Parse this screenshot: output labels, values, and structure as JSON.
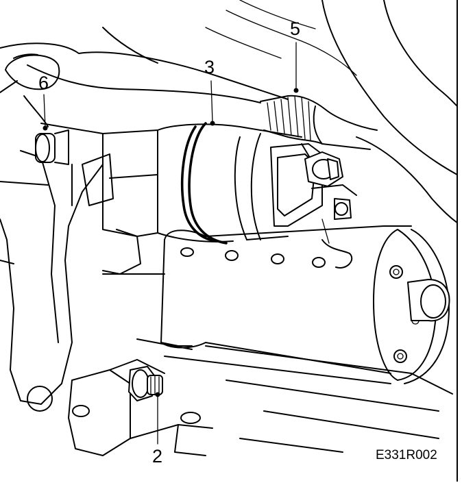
{
  "diagram": {
    "callouts": [
      {
        "id": "callout-2",
        "label": "2"
      },
      {
        "id": "callout-3",
        "label": "3"
      },
      {
        "id": "callout-5",
        "label": "5"
      },
      {
        "id": "callout-6",
        "label": "6"
      }
    ],
    "figure_code": "E331R002"
  }
}
